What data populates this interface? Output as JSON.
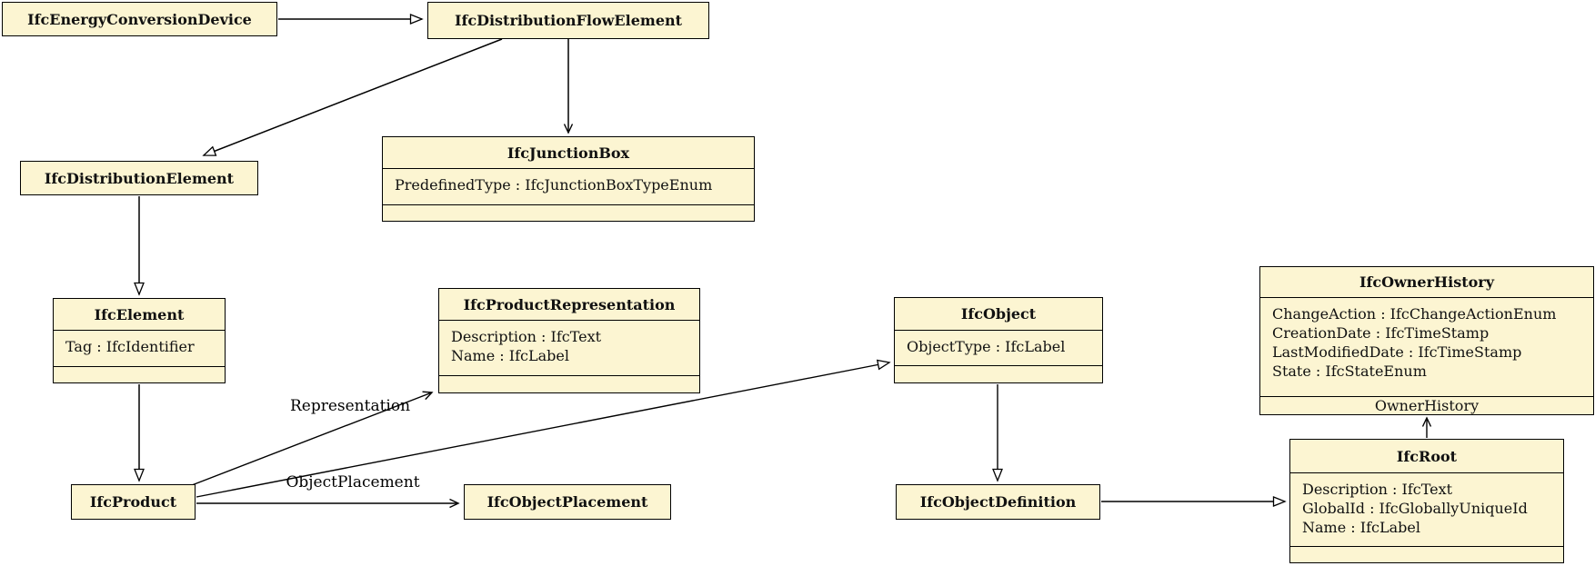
{
  "diagram": {
    "kind": "uml-class-diagram",
    "subject": "IFC entity inheritance and associations",
    "colors": {
      "class_fill": "#fcf5d2",
      "class_border": "#000000",
      "line": "#000000",
      "background": "#ffffff"
    },
    "classes": [
      {
        "name": "IfcEnergyConversionDevice",
        "attributes": []
      },
      {
        "name": "IfcDistributionFlowElement",
        "attributes": []
      },
      {
        "name": "IfcJunctionBox",
        "attributes": [
          "PredefinedType : IfcJunctionBoxTypeEnum"
        ]
      },
      {
        "name": "IfcDistributionElement",
        "attributes": []
      },
      {
        "name": "IfcElement",
        "attributes": [
          "Tag : IfcIdentifier"
        ]
      },
      {
        "name": "IfcProductRepresentation",
        "attributes": [
          "Description : IfcText",
          "Name : IfcLabel"
        ]
      },
      {
        "name": "IfcObject",
        "attributes": [
          "ObjectType : IfcLabel"
        ]
      },
      {
        "name": "IfcOwnerHistory",
        "attributes": [
          "ChangeAction : IfcChangeActionEnum",
          "CreationDate : IfcTimeStamp",
          "LastModifiedDate : IfcTimeStamp",
          "State : IfcStateEnum"
        ],
        "footer_label": "OwnerHistory"
      },
      {
        "name": "IfcProduct",
        "attributes": []
      },
      {
        "name": "IfcObjectPlacement",
        "attributes": []
      },
      {
        "name": "IfcObjectDefinition",
        "attributes": []
      },
      {
        "name": "IfcRoot",
        "attributes": [
          "Description : IfcText",
          "GlobalId : IfcGloballyUniqueId",
          "Name : IfcLabel"
        ]
      }
    ],
    "edge_labels": {
      "representation": "Representation",
      "object_placement": "ObjectPlacement"
    },
    "relationships": [
      {
        "from": "IfcEnergyConversionDevice",
        "to": "IfcDistributionFlowElement",
        "style": "open-triangle",
        "label": ""
      },
      {
        "from": "IfcDistributionFlowElement",
        "to": "IfcDistributionElement",
        "style": "open-triangle",
        "label": ""
      },
      {
        "from": "IfcDistributionFlowElement",
        "to": "IfcJunctionBox",
        "style": "stick-arrow",
        "label": ""
      },
      {
        "from": "IfcDistributionElement",
        "to": "IfcElement",
        "style": "open-triangle",
        "label": ""
      },
      {
        "from": "IfcElement",
        "to": "IfcProduct",
        "style": "open-triangle",
        "label": ""
      },
      {
        "from": "IfcProduct",
        "to": "IfcProductRepresentation",
        "style": "stick-arrow",
        "label": "Representation"
      },
      {
        "from": "IfcProduct",
        "to": "IfcObject",
        "style": "open-triangle",
        "label": ""
      },
      {
        "from": "IfcProduct",
        "to": "IfcObjectPlacement",
        "style": "stick-arrow",
        "label": "ObjectPlacement"
      },
      {
        "from": "IfcObject",
        "to": "IfcObjectDefinition",
        "style": "open-triangle",
        "label": ""
      },
      {
        "from": "IfcObjectDefinition",
        "to": "IfcRoot",
        "style": "open-triangle",
        "label": ""
      },
      {
        "from": "IfcRoot",
        "to": "IfcOwnerHistory",
        "style": "stick-arrow",
        "label": "OwnerHistory"
      }
    ]
  }
}
